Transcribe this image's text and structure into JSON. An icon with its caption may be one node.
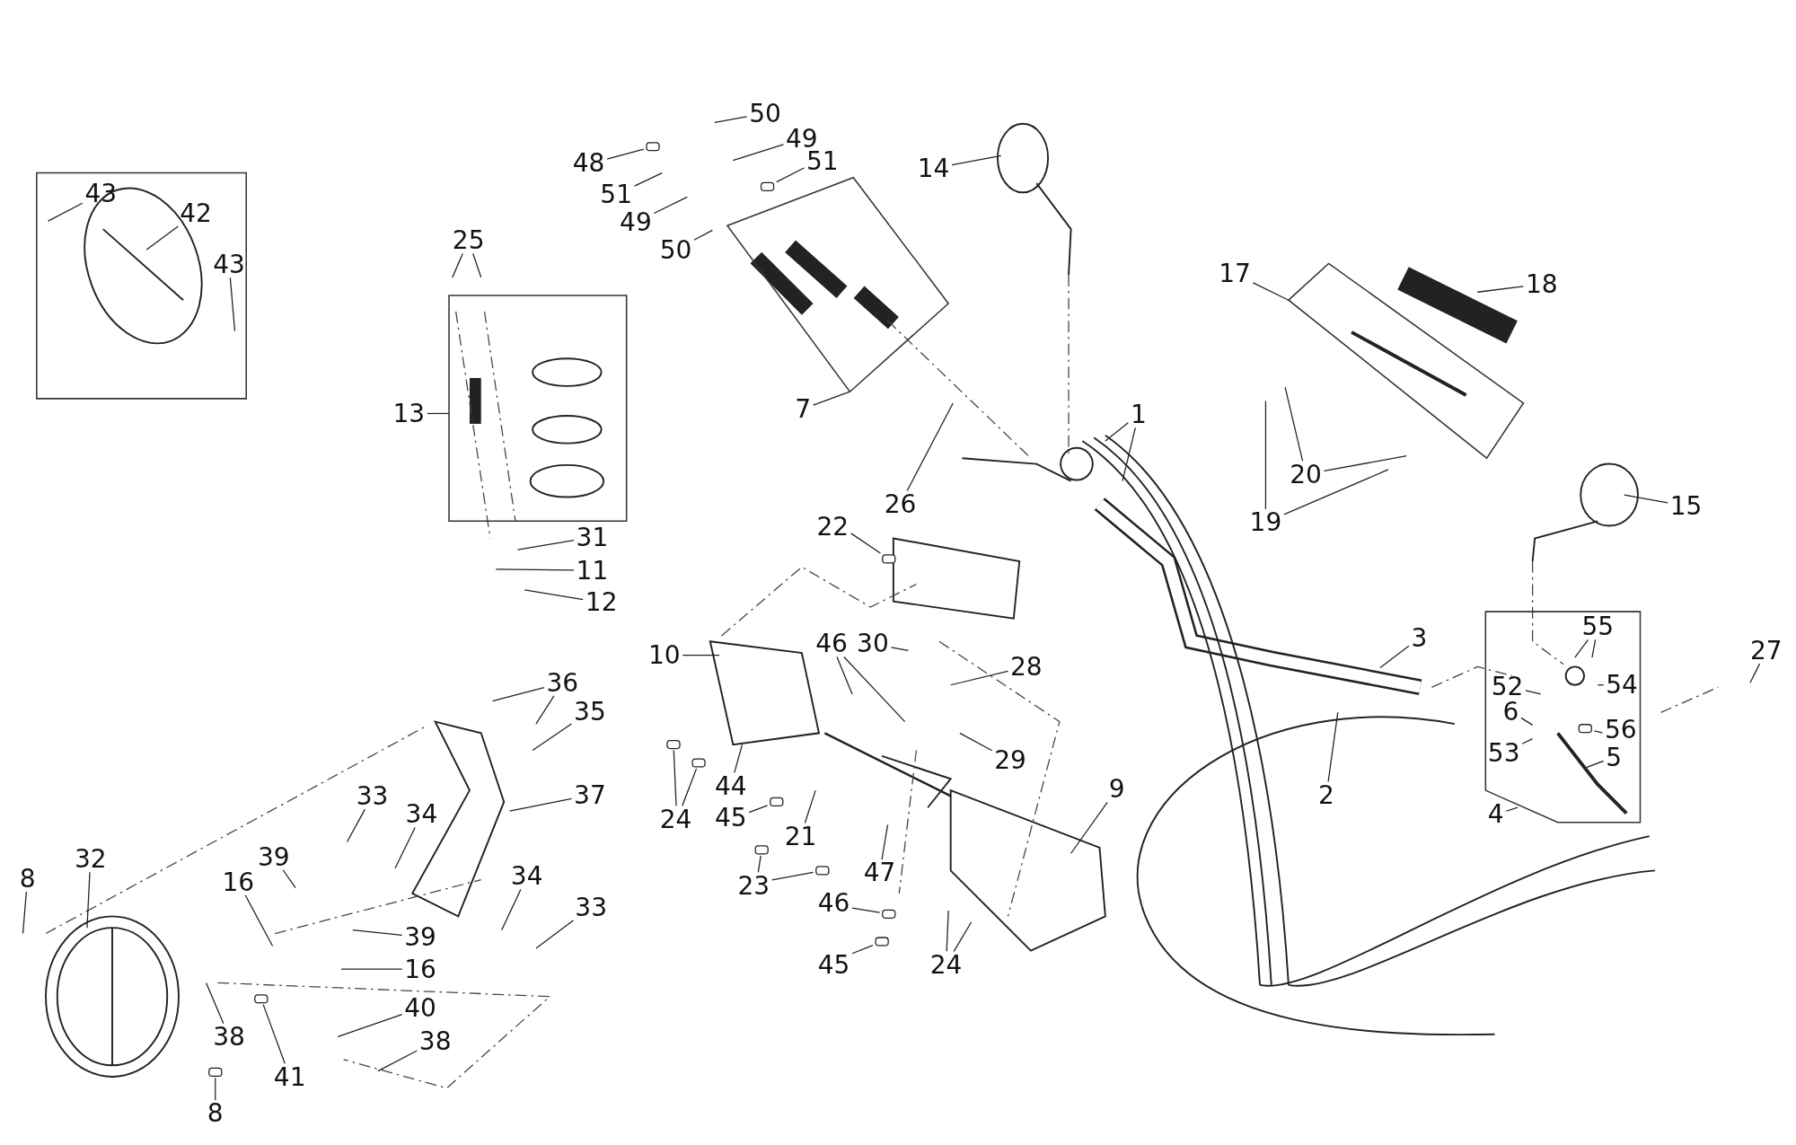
{
  "diagram": {
    "nodes": [
      {
        "text": [],
        "shape": "box"
      },
      {
        "text": [
          "43"
        ],
        "in": 0
      },
      {
        "text": [
          "42"
        ],
        "in": 0
      },
      {
        "text": [
          "43"
        ],
        "in": 0
      },
      {
        "text": [
          "50"
        ]
      },
      {
        "text": [
          "49"
        ]
      },
      {
        "text": [
          "48"
        ]
      },
      {
        "text": [
          "51"
        ]
      },
      {
        "text": [
          "51"
        ]
      },
      {
        "text": [
          "49"
        ]
      },
      {
        "text": [
          "50"
        ]
      },
      {
        "text": [
          "14"
        ]
      },
      {
        "text": [],
        "shape": "box"
      },
      {
        "text": [
          "7"
        ]
      },
      {
        "text": [
          "25"
        ]
      },
      {
        "text": [],
        "shape": "box"
      },
      {
        "text": [
          "13"
        ]
      },
      {
        "text": [
          "17"
        ]
      },
      {
        "text": [],
        "shape": "box"
      },
      {
        "text": [
          "18"
        ]
      },
      {
        "text": [
          "20"
        ]
      },
      {
        "text": [
          "19"
        ]
      },
      {
        "text": [
          "1"
        ]
      },
      {
        "text": [
          "26"
        ]
      },
      {
        "text": [
          "15"
        ]
      },
      {
        "text": [
          "22"
        ]
      },
      {
        "text": [
          "31"
        ]
      },
      {
        "text": [
          "11"
        ]
      },
      {
        "text": [
          "12"
        ]
      },
      {
        "text": [
          "3"
        ]
      },
      {
        "text": [
          "27"
        ]
      },
      {
        "text": [
          "10"
        ]
      },
      {
        "text": [
          "46"
        ]
      },
      {
        "text": [
          "30"
        ]
      },
      {
        "text": [
          "28"
        ]
      },
      {
        "text": [],
        "shape": "box"
      },
      {
        "text": [
          "55"
        ],
        "in": 35
      },
      {
        "text": [
          "52"
        ],
        "in": 35
      },
      {
        "text": [
          "54"
        ],
        "in": 35
      },
      {
        "text": [
          "6"
        ],
        "in": 35
      },
      {
        "text": [
          "56"
        ],
        "in": 35
      },
      {
        "text": [
          "53"
        ],
        "in": 35
      },
      {
        "text": [
          "5"
        ],
        "in": 35
      },
      {
        "text": [
          "4"
        ]
      },
      {
        "text": [
          "36"
        ]
      },
      {
        "text": [
          "35"
        ]
      },
      {
        "text": [
          "29"
        ]
      },
      {
        "text": [
          "2"
        ]
      },
      {
        "text": [
          "37"
        ]
      },
      {
        "text": [
          "9"
        ]
      },
      {
        "text": [
          "24"
        ]
      },
      {
        "text": [
          "44"
        ]
      },
      {
        "text": [
          "45"
        ]
      },
      {
        "text": [
          "21"
        ]
      },
      {
        "text": [
          "33"
        ]
      },
      {
        "text": [
          "34"
        ]
      },
      {
        "text": [
          "8"
        ]
      },
      {
        "text": [
          "32"
        ]
      },
      {
        "text": [
          "39"
        ]
      },
      {
        "text": [
          "16"
        ]
      },
      {
        "text": [
          "47"
        ]
      },
      {
        "text": [
          "23"
        ]
      },
      {
        "text": [
          "34"
        ]
      },
      {
        "text": [
          "33"
        ]
      },
      {
        "text": [
          "46"
        ]
      },
      {
        "text": [
          "39"
        ]
      },
      {
        "text": [
          "16"
        ]
      },
      {
        "text": [
          "45"
        ]
      },
      {
        "text": [
          "24"
        ]
      },
      {
        "text": [
          "38"
        ]
      },
      {
        "text": [
          "40"
        ]
      },
      {
        "text": [
          "38"
        ]
      },
      {
        "text": [
          "41"
        ]
      },
      {
        "text": [
          "8"
        ]
      },
      {
        "text": [],
        "shape": "box"
      },
      {
        "text": [],
        "shape": "box"
      },
      {
        "text": [],
        "shape": "box"
      },
      {
        "text": [],
        "shape": "box",
        "in": 35
      },
      {
        "text": [],
        "shape": "box"
      },
      {
        "text": [],
        "shape": "box"
      },
      {
        "text": [],
        "shape": "box"
      },
      {
        "text": [],
        "shape": "box"
      },
      {
        "text": [],
        "shape": "box"
      },
      {
        "text": [],
        "shape": "box"
      },
      {
        "text": [],
        "shape": "box"
      },
      {
        "text": [],
        "shape": "box"
      },
      {
        "text": [],
        "shape": "box"
      }
    ],
    "edges": [
      {
        "from": 1,
        "to": null,
        "arrow": "none"
      },
      {
        "from": 2,
        "to": null,
        "arrow": "none"
      },
      {
        "from": 3,
        "to": null,
        "arrow": "none"
      },
      {
        "from": 4,
        "to": null,
        "arrow": "none"
      },
      {
        "from": 5,
        "to": null,
        "arrow": "none"
      },
      {
        "from": 6,
        "to": 74,
        "arrow": "none"
      },
      {
        "from": 7,
        "to": null,
        "arrow": "none"
      },
      {
        "from": 8,
        "to": 75,
        "arrow": "none"
      },
      {
        "from": 9,
        "to": null,
        "arrow": "none"
      },
      {
        "from": 10,
        "to": null,
        "arrow": "none"
      },
      {
        "from": 11,
        "to": null,
        "arrow": "none"
      },
      {
        "from": 13,
        "to": 12,
        "arrow": "none"
      },
      {
        "from": 14,
        "to": null,
        "arrow": "none"
      },
      {
        "from": 14,
        "to": null,
        "arrow": "none"
      },
      {
        "from": 16,
        "to": 15,
        "arrow": "none"
      },
      {
        "from": 17,
        "to": 18,
        "arrow": "none"
      },
      {
        "from": 19,
        "to": null,
        "arrow": "none"
      },
      {
        "from": 20,
        "to": null,
        "arrow": "none"
      },
      {
        "from": 20,
        "to": null,
        "arrow": "none"
      },
      {
        "from": 21,
        "to": null,
        "arrow": "none"
      },
      {
        "from": 21,
        "to": null,
        "arrow": "none"
      },
      {
        "from": 22,
        "to": null,
        "arrow": "none"
      },
      {
        "from": 22,
        "to": null,
        "arrow": "none"
      },
      {
        "from": 23,
        "to": null,
        "arrow": "none"
      },
      {
        "from": 24,
        "to": null,
        "arrow": "none"
      },
      {
        "from": 25,
        "to": 76,
        "arrow": "none"
      },
      {
        "from": 26,
        "to": null,
        "arrow": "none"
      },
      {
        "from": 27,
        "to": null,
        "arrow": "none"
      },
      {
        "from": 28,
        "to": null,
        "arrow": "none"
      },
      {
        "from": 29,
        "to": null,
        "arrow": "none"
      },
      {
        "from": 30,
        "to": null,
        "arrow": "none"
      },
      {
        "from": 31,
        "to": null,
        "arrow": "none"
      },
      {
        "from": 32,
        "to": null,
        "arrow": "none"
      },
      {
        "from": 32,
        "to": null,
        "arrow": "none"
      },
      {
        "from": 33,
        "to": null,
        "arrow": "none"
      },
      {
        "from": 34,
        "to": null,
        "arrow": "none"
      },
      {
        "from": 36,
        "to": null,
        "arrow": "none"
      },
      {
        "from": 36,
        "to": null,
        "arrow": "none"
      },
      {
        "from": 37,
        "to": null,
        "arrow": "none"
      },
      {
        "from": 38,
        "to": null,
        "arrow": "none"
      },
      {
        "from": 39,
        "to": null,
        "arrow": "none"
      },
      {
        "from": 40,
        "to": 77,
        "arrow": "none"
      },
      {
        "from": 41,
        "to": null,
        "arrow": "none"
      },
      {
        "from": 42,
        "to": null,
        "arrow": "none"
      },
      {
        "from": 43,
        "to": 35,
        "arrow": "none"
      },
      {
        "from": 44,
        "to": null,
        "arrow": "none"
      },
      {
        "from": 44,
        "to": null,
        "arrow": "none"
      },
      {
        "from": 45,
        "to": null,
        "arrow": "none"
      },
      {
        "from": 46,
        "to": null,
        "arrow": "none"
      },
      {
        "from": 47,
        "to": null,
        "arrow": "none"
      },
      {
        "from": 48,
        "to": null,
        "arrow": "none"
      },
      {
        "from": 49,
        "to": null,
        "arrow": "none"
      },
      {
        "from": 50,
        "to": 85,
        "arrow": "none"
      },
      {
        "from": 50,
        "to": 78,
        "arrow": "none"
      },
      {
        "from": 51,
        "to": null,
        "arrow": "none"
      },
      {
        "from": 52,
        "to": 79,
        "arrow": "none"
      },
      {
        "from": 53,
        "to": null,
        "arrow": "none"
      },
      {
        "from": 54,
        "to": null,
        "arrow": "none"
      },
      {
        "from": 55,
        "to": null,
        "arrow": "none"
      },
      {
        "from": 56,
        "to": null,
        "arrow": "none"
      },
      {
        "from": 57,
        "to": null,
        "arrow": "none"
      },
      {
        "from": 58,
        "to": null,
        "arrow": "none"
      },
      {
        "from": 59,
        "to": null,
        "arrow": "none"
      },
      {
        "from": 60,
        "to": null,
        "arrow": "none"
      },
      {
        "from": 61,
        "to": 80,
        "arrow": "none"
      },
      {
        "from": 61,
        "to": 81,
        "arrow": "none"
      },
      {
        "from": 62,
        "to": null,
        "arrow": "none"
      },
      {
        "from": 63,
        "to": null,
        "arrow": "none"
      },
      {
        "from": 64,
        "to": 82,
        "arrow": "none"
      },
      {
        "from": 65,
        "to": null,
        "arrow": "none"
      },
      {
        "from": 66,
        "to": null,
        "arrow": "none"
      },
      {
        "from": 67,
        "to": 86,
        "arrow": "none"
      },
      {
        "from": 68,
        "to": null,
        "arrow": "none"
      },
      {
        "from": 68,
        "to": null,
        "arrow": "none"
      },
      {
        "from": 69,
        "to": null,
        "arrow": "none"
      },
      {
        "from": 70,
        "to": null,
        "arrow": "none"
      },
      {
        "from": 71,
        "to": null,
        "arrow": "none"
      },
      {
        "from": 72,
        "to": 83,
        "arrow": "none"
      },
      {
        "from": 73,
        "to": 84,
        "arrow": "none"
      }
    ]
  }
}
